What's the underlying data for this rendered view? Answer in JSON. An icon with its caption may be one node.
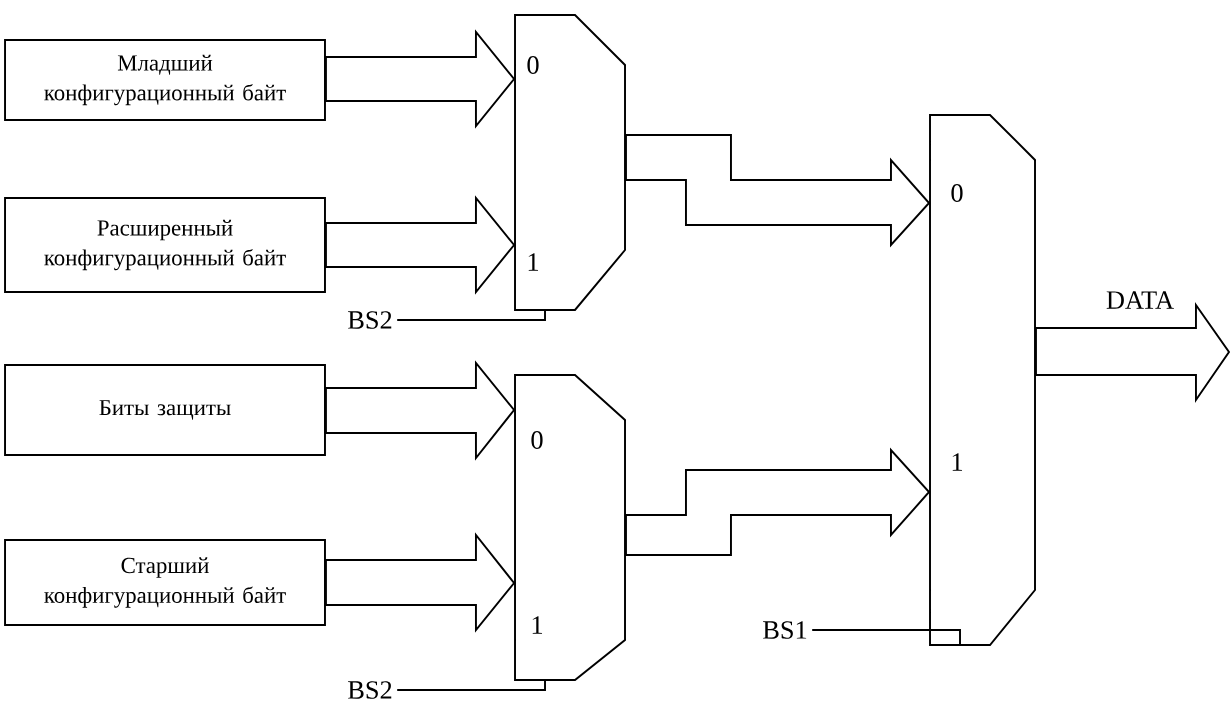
{
  "diagram": {
    "nodes": [
      {
        "text": [
          "Младший конфигурационный байт"
        ]
      },
      {
        "text": [
          "Расширенный конфигурационный байт"
        ]
      },
      {
        "text": [
          "Биты защиты"
        ]
      },
      {
        "text": [
          "Старший конфигурационный байт"
        ]
      },
      {
        "text": [
          "0",
          "1"
        ]
      },
      {
        "text": [
          "0",
          "1"
        ]
      },
      {
        "text": [
          "0",
          "1"
        ]
      },
      {
        "text": [
          "BS2"
        ]
      },
      {
        "text": [
          "BS2"
        ]
      },
      {
        "text": [
          "BS1"
        ]
      }
    ],
    "edges": [
      {
        "from": 0,
        "to": 4,
        "arrow": "to"
      },
      {
        "from": 1,
        "to": 4,
        "arrow": "to"
      },
      {
        "from": 2,
        "to": 5,
        "arrow": "to"
      },
      {
        "from": 3,
        "to": 5,
        "arrow": "to"
      },
      {
        "from": 4,
        "to": 6,
        "arrow": "to"
      },
      {
        "from": 5,
        "to": 6,
        "arrow": "to"
      },
      {
        "from": 6,
        "to": null,
        "arrow": "to",
        "label": "DATA"
      },
      {
        "from": 7,
        "to": 4,
        "arrow": "none"
      },
      {
        "from": 8,
        "to": 5,
        "arrow": "none"
      },
      {
        "from": 9,
        "to": 6,
        "arrow": "none"
      }
    ]
  }
}
